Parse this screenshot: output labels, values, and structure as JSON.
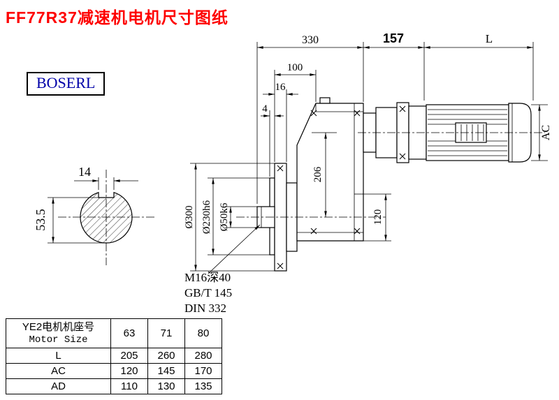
{
  "title": "FF77R37减速机电机尺寸图纸",
  "brand": "BOSERL",
  "colors": {
    "title_red": "#fe0000",
    "brand_blue": "#0000a8",
    "line_black": "#000000"
  },
  "drawing": {
    "dims": {
      "overall_330": "330",
      "adapter_157": "157",
      "motor_length_L": "L",
      "flange_depth_100": "100",
      "flange_thickness_16": "16",
      "spigot_4": "4",
      "key_width_14": "14",
      "key_height_53_5": "53.5",
      "flange_od": "Ø300",
      "spigot_dia": "Ø230h6",
      "shaft_dia": "Ø50k6",
      "height_206": "206",
      "height_120": "120",
      "motor_dia_AC": "AC"
    },
    "shaft_end_notes": [
      "M16深40",
      "GB/T 145",
      "DIN 332"
    ]
  },
  "table": {
    "header": {
      "line1": "YE2电机机座号",
      "line2": "Motor Size"
    },
    "size_columns": [
      "63",
      "71",
      "80"
    ],
    "rows": [
      {
        "label": "L",
        "values": [
          "205",
          "260",
          "280"
        ]
      },
      {
        "label": "AC",
        "values": [
          "120",
          "145",
          "170"
        ]
      },
      {
        "label": "AD",
        "values": [
          "110",
          "130",
          "135"
        ]
      }
    ]
  }
}
